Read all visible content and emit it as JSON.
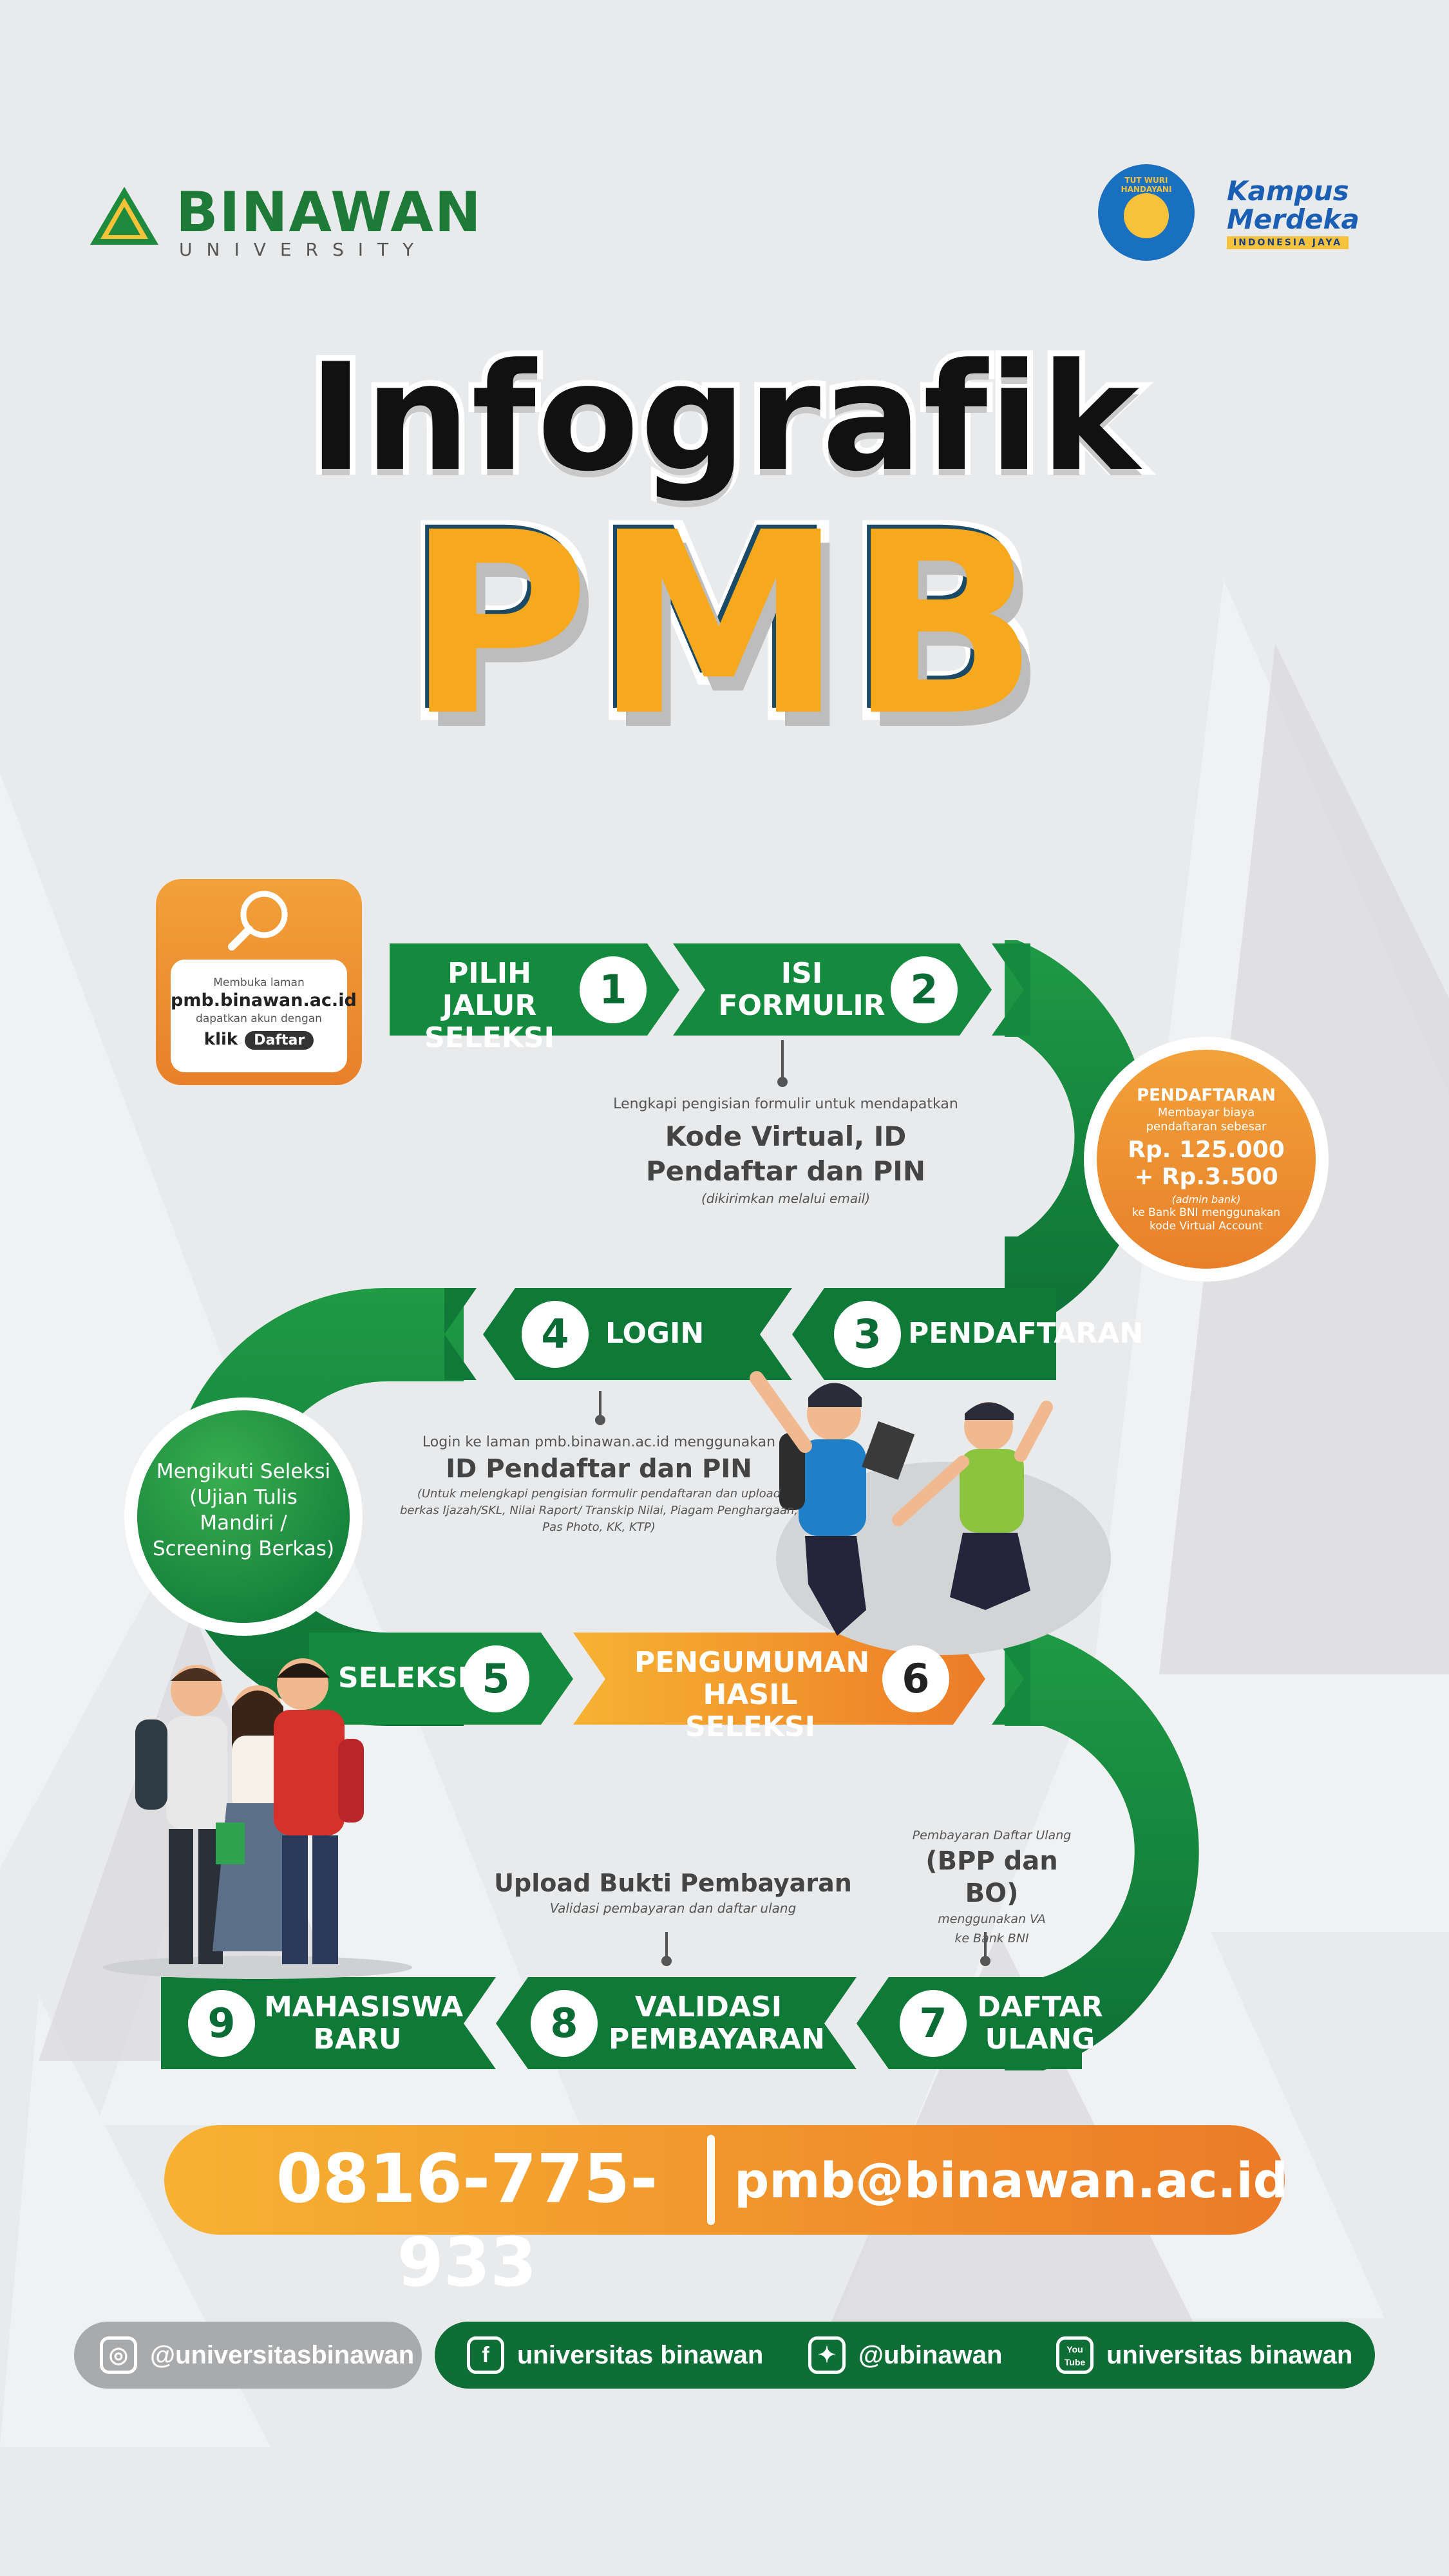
{
  "header": {
    "logo_name": "BINAWAN",
    "logo_sub": "UNIVERSITY",
    "partner_logo_text": "Kampus Merdeka",
    "partner_logo_sub": "INDONESIA JAYA",
    "ministry_logo_text": "TUT WURI HANDAYANI"
  },
  "title": {
    "line1": "Infografik",
    "line2": "PMB"
  },
  "intro_card": {
    "line1": "Membuka laman",
    "url": "pmb.binawan.ac.id",
    "line2": "dapatkan akun dengan",
    "klik": "klik",
    "button": "Daftar"
  },
  "steps": [
    {
      "num": "1",
      "label": "PILIH JALUR SELEKSI"
    },
    {
      "num": "2",
      "label": "ISI FORMULIR"
    },
    {
      "num": "3",
      "label": "PENDAFTARAN"
    },
    {
      "num": "4",
      "label": "LOGIN"
    },
    {
      "num": "5",
      "label": "SELEKSI"
    },
    {
      "num": "6",
      "label": "PENGUMUMAN HASIL SELEKSI"
    },
    {
      "num": "7",
      "label": "DAFTAR ULANG"
    },
    {
      "num": "8",
      "label": "VALIDASI PEMBAYARAN"
    },
    {
      "num": "9",
      "label": "MAHASISWA BARU"
    }
  ],
  "notes": {
    "formulir": {
      "intro": "Lengkapi pengisian formulir untuk mendapatkan",
      "main": "Kode Virtual, ID Pendaftar dan PIN",
      "sub": "(dikirimkan melalui email)"
    },
    "login": {
      "intro": "Login ke laman pmb.binawan.ac.id menggunakan",
      "main": "ID Pendaftar dan PIN",
      "sub": "(Untuk melengkapi pengisian formulir pendaftaran dan upload berkas Ijazah/SKL, Nilai Raport/ Transkip Nilai, Piagam Penghargaan, Pas Photo, KK, KTP)"
    },
    "daftar_ulang": {
      "intro": "Pembayaran Daftar Ulang",
      "main": "(BPP dan BO)",
      "sub": "menggunakan VA ke Bank BNI"
    },
    "validasi": {
      "main": "Upload Bukti Pembayaran",
      "sub": "Validasi pembayaran dan daftar ulang"
    }
  },
  "pendaftaran_circle": {
    "title": "PENDAFTARAN",
    "desc": "Membayar biaya pendaftaran sebesar",
    "amount1": "Rp. 125.000",
    "amount2": "+ Rp.3.500",
    "admin": "(admin bank)",
    "desc2": "ke Bank BNI menggunakan kode Virtual Account"
  },
  "seleksi_circle": {
    "text": "Mengikuti Seleksi (Ujian Tulis Mandiri / Screening Berkas)"
  },
  "contact": {
    "phone": "0816-775-933",
    "email": "pmb@binawan.ac.id"
  },
  "social": {
    "instagram": "@universitasbinawan",
    "facebook": "universitas binawan",
    "twitter": "@ubinawan",
    "youtube": "universitas binawan",
    "youtube_icon_text": "You Tube"
  },
  "colors": {
    "green": "#138a3e",
    "dark_green": "#0b6b34",
    "orange": "#f39a2a",
    "background": "#e9eaeb"
  }
}
